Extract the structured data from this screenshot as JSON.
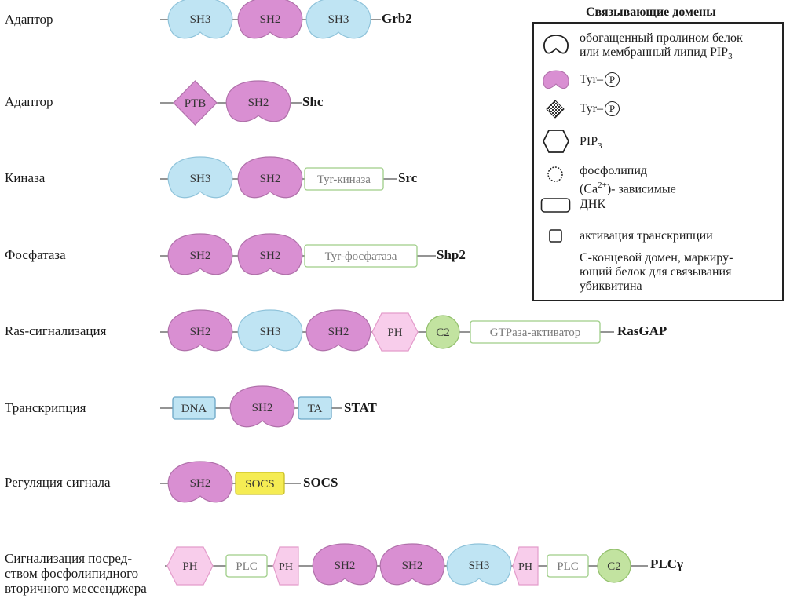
{
  "rows": [
    {
      "category": [
        "Адаптор"
      ],
      "protein": "Grb2",
      "domains": [
        {
          "type": "bean",
          "color": "blue",
          "label": "SH3"
        },
        {
          "type": "bean",
          "color": "purple",
          "label": "SH2"
        },
        {
          "type": "bean",
          "color": "blue",
          "label": "SH3"
        }
      ]
    },
    {
      "category": [
        "Адаптор"
      ],
      "protein": "Shc",
      "domains": [
        {
          "type": "diamond",
          "color": "purple",
          "label": "PTB"
        },
        {
          "type": "bean",
          "color": "purple",
          "label": "SH2"
        }
      ]
    },
    {
      "category": [
        "Киназа"
      ],
      "protein": "Src",
      "domains": [
        {
          "type": "bean",
          "color": "blue",
          "label": "SH3"
        },
        {
          "type": "bean",
          "color": "purple",
          "label": "SH2"
        },
        {
          "type": "rect",
          "color": "green-outline",
          "label": "Tyr-киназа"
        }
      ]
    },
    {
      "category": [
        "Фосфатаза"
      ],
      "protein": "Shp2",
      "domains": [
        {
          "type": "bean",
          "color": "purple",
          "label": "SH2"
        },
        {
          "type": "bean",
          "color": "purple",
          "label": "SH2"
        },
        {
          "type": "rect",
          "color": "green-outline",
          "label": "Tyr-фосфатаза"
        }
      ]
    },
    {
      "category": [
        "Ras-сигнализация"
      ],
      "protein": "RasGAP",
      "domains": [
        {
          "type": "bean",
          "color": "purple",
          "label": "SH2"
        },
        {
          "type": "bean",
          "color": "blue",
          "label": "SH3"
        },
        {
          "type": "bean",
          "color": "purple",
          "label": "SH2"
        },
        {
          "type": "hexagon",
          "color": "pink",
          "label": "PH"
        },
        {
          "type": "circle",
          "color": "green",
          "label": "C2"
        },
        {
          "type": "rect",
          "color": "green-outline",
          "label": "GTPаза-активатор"
        }
      ]
    },
    {
      "category": [
        "Транскрипция"
      ],
      "protein": "STAT",
      "domains": [
        {
          "type": "rect",
          "color": "blue-fill",
          "label": "DNA"
        },
        {
          "type": "bean",
          "color": "purple",
          "label": "SH2"
        },
        {
          "type": "rect",
          "color": "blue-fill",
          "label": "TA"
        }
      ]
    },
    {
      "category": [
        "Регуляция сигнала"
      ],
      "protein": "SOCS",
      "domains": [
        {
          "type": "bean",
          "color": "purple",
          "label": "SH2"
        },
        {
          "type": "rect",
          "color": "yellow",
          "label": "SOCS"
        }
      ]
    },
    {
      "category": [
        "Сигнализация посред-",
        "ством фосфолипидного",
        "вторичного мессенджера"
      ],
      "protein": "PLCγ",
      "domains": [
        {
          "type": "hexagon",
          "color": "pink",
          "label": "PH"
        },
        {
          "type": "rect",
          "color": "green-outline",
          "label": "PLC"
        },
        {
          "type": "halfhex",
          "color": "pink",
          "label": "PH"
        },
        {
          "type": "bean",
          "color": "purple",
          "label": "SH2"
        },
        {
          "type": "bean",
          "color": "purple",
          "label": "SH2"
        },
        {
          "type": "bean",
          "color": "blue",
          "label": "SH3"
        },
        {
          "type": "halfhex",
          "color": "pink",
          "label": "PH"
        },
        {
          "type": "rect",
          "color": "green-outline",
          "label": "PLC"
        },
        {
          "type": "circle",
          "color": "green",
          "label": "C2"
        }
      ]
    }
  ],
  "legend": {
    "title": "Связывающие домены",
    "items": [
      {
        "icon": "outline-bean-icon",
        "lines": [
          "обогащенный пролином белок",
          "или мембранный липид PIP"
        ],
        "subscript": "3"
      },
      {
        "icon": "purple-bean-icon",
        "lines": [
          "Tyr–"
        ],
        "badge": "P"
      },
      {
        "icon": "dotted-diamond-icon",
        "lines": [
          "Tyr–"
        ],
        "badge": "P"
      },
      {
        "icon": "hexagon-outline-icon",
        "lines": [
          "PIP"
        ],
        "subscript": "3"
      },
      {
        "icon": "dotted-circle-icon",
        "lines": [
          "фосфолипид",
          "(Ca",
          "- зависимые"
        ],
        "superscript": "2+",
        "suffix": ")"
      },
      {
        "icon": "rounded-rect-icon",
        "lines": [
          "ДНК"
        ]
      },
      {
        "icon": "small-square-icon",
        "lines": [
          "активация транскрипции"
        ]
      },
      {
        "icon": "",
        "lines": [
          "С-концевой домен, маркиру-",
          "ющий белок для связывания",
          "убиквитина"
        ]
      }
    ]
  },
  "colors": {
    "purple": "#d98fd2",
    "blue": "#bfe4f3",
    "pink": "#f8cdeb",
    "green": "#c2e3a0",
    "yellow": "#f5ec53",
    "green_outline": "#9fce88",
    "stroke": "#6c6c6c",
    "text": "#333333",
    "outline_text": "#7a7a7a"
  }
}
